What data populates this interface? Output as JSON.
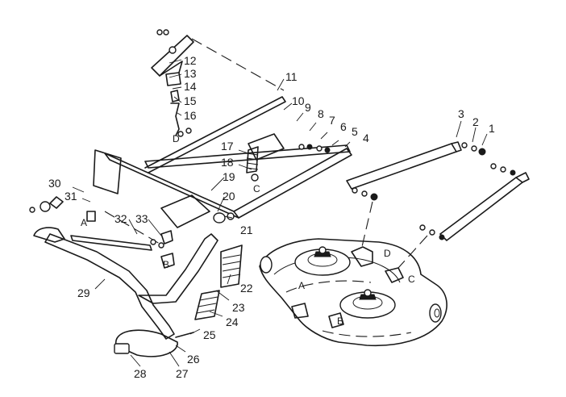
{
  "part_numbers": [
    "1",
    "2",
    "3",
    "4",
    "5",
    "6",
    "7",
    "8",
    "9",
    "10",
    "11",
    "12",
    "13",
    "14",
    "15",
    "16",
    "17",
    "18",
    "19",
    "20",
    "21",
    "22",
    "23",
    "24",
    "25",
    "26",
    "27",
    "28",
    "29",
    "30",
    "31",
    "32",
    "33"
  ],
  "connection_letters": [
    "A",
    "B",
    "C",
    "D"
  ]
}
